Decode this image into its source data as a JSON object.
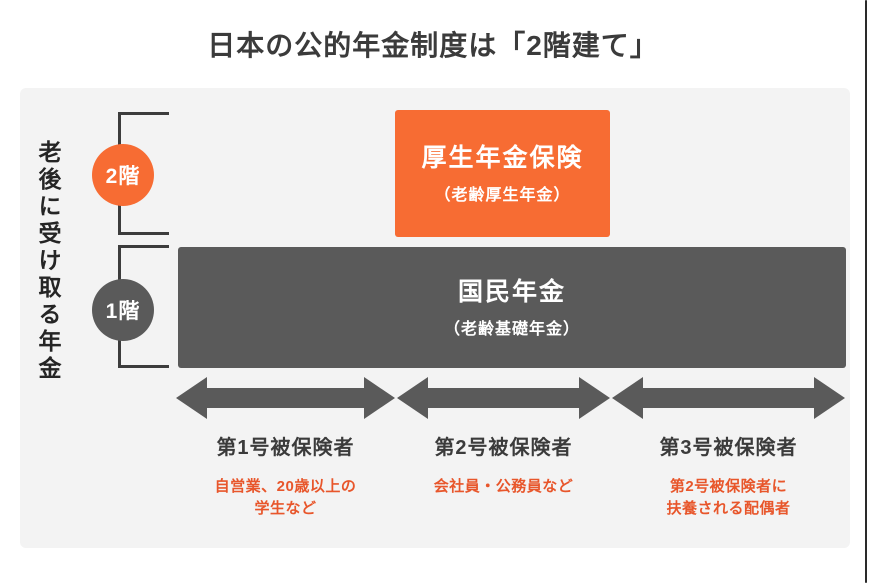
{
  "title": "日本の公的年金制度は「2階建て」",
  "side_label": "老後に受け取る年金",
  "floors": {
    "second": {
      "badge": "2階",
      "box_title": "厚生年金保険",
      "box_subtitle": "（老齢厚生年金）",
      "color": "#F76C33"
    },
    "first": {
      "badge": "1階",
      "box_title": "国民年金",
      "box_subtitle": "（老齢基礎年金）",
      "color": "#5A5A5A"
    }
  },
  "insured_groups": [
    {
      "label": "第1号被保険者",
      "caption_lines": [
        "自営業、20歳以上の",
        "学生など"
      ]
    },
    {
      "label": "第2号被保険者",
      "caption_lines": [
        "会社員・公務員など"
      ]
    },
    {
      "label": "第3号被保険者",
      "caption_lines": [
        "第2号被保険者に",
        "扶養される配偶者"
      ]
    }
  ],
  "colors": {
    "accent_orange": "#F76C33",
    "caption_red": "#E8562B",
    "dark_gray": "#5A5A5A",
    "panel_background": "#F3F3F3",
    "text_dark": "#3B3B3B"
  }
}
